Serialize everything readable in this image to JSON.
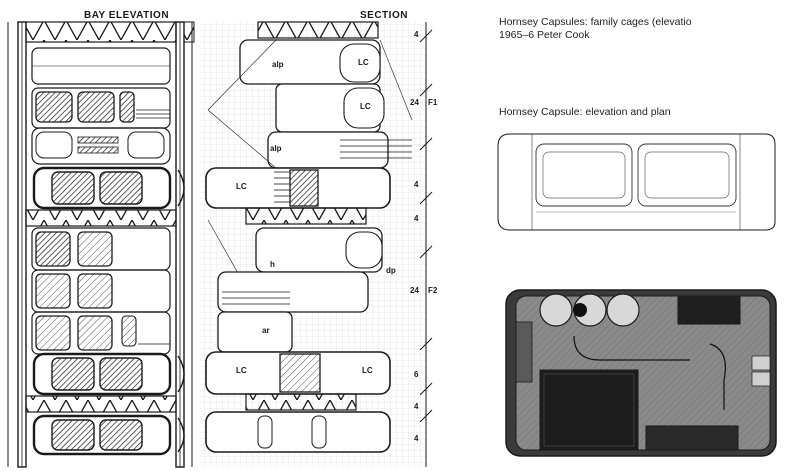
{
  "elevation": {
    "heading": "BAY ELEVATION"
  },
  "section": {
    "heading": "SECTION",
    "room_labels": [
      "alp",
      "LC",
      "LC",
      "alp",
      "LC",
      "h",
      "dp",
      "ar",
      "LC",
      "LC"
    ],
    "level_labels": [
      "F1",
      "F2"
    ],
    "level_prefixes": [
      "24",
      "24"
    ],
    "dimension_labels": [
      "4",
      "4",
      "4",
      "6",
      "4",
      "4"
    ]
  },
  "captions": {
    "caption_1_line_1": "Hornsey Capsules: family cages (elevatio",
    "caption_1_line_2": "1965–6 Peter Cook",
    "caption_2": "Hornsey Capsule: elevation and plan"
  },
  "colors": {
    "ink": "#1a1a1a",
    "grey": "#8a8a8a",
    "dark": "#3a3a3a",
    "paper": "#ffffff"
  }
}
